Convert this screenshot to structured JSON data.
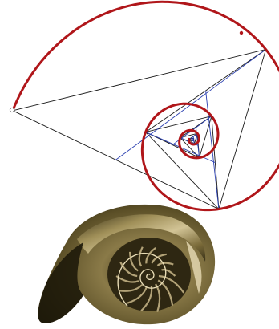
{
  "colors": {
    "background": "#ffffff",
    "spiral": "#b0161a",
    "triangle_edges": "#1a1a1a",
    "bisectors": "#2a3fb0",
    "vertex_marker": "#555555",
    "shell_dark": "#2a2410",
    "shell_mid": "#6e6030",
    "shell_light": "#c9b98a",
    "shell_highlight": "#e8dcb6"
  },
  "figures": {
    "geometric_spiral": {
      "icon": "spiral-construction",
      "components": [
        "spiral-arc",
        "nested-triangles",
        "angle-bisectors",
        "start-vertex"
      ]
    },
    "nautilus_shell": {
      "icon": "nautilus-shell-photo",
      "chambers_visible": 14
    }
  }
}
